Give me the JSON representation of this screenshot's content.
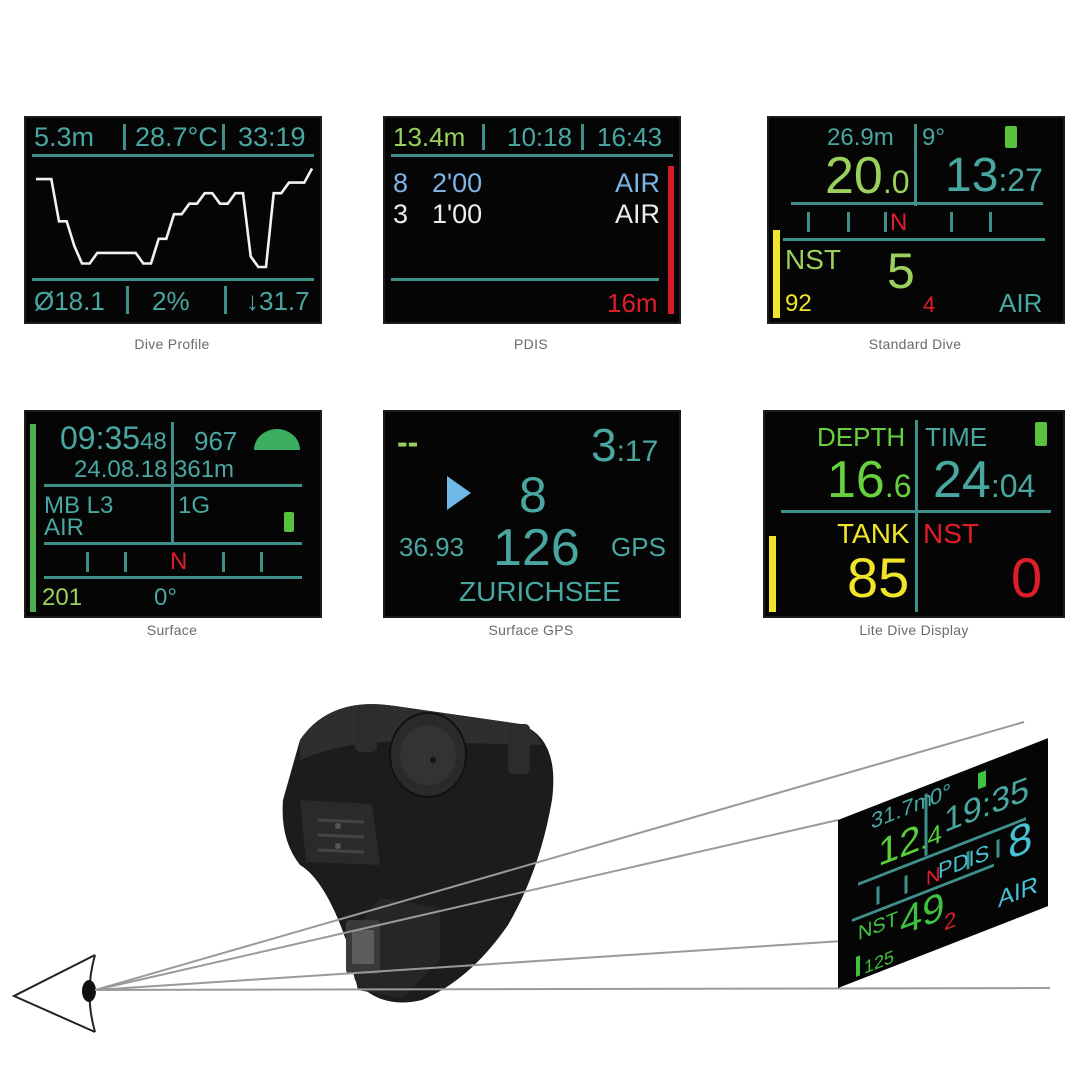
{
  "colors": {
    "teal": "#49a7a1",
    "green": "#67d13d",
    "blue": "#7db3e6",
    "red": "#e01d2a",
    "yellow": "#f0e52a",
    "background": "#050505"
  },
  "dive_profile": {
    "caption": "Dive Profile",
    "depth": "5.3m",
    "temperature": "28.7°C",
    "time": "33:19",
    "avg_depth": "Ø18.1",
    "percent": "2%",
    "max_depth": "↓31.7",
    "profile_depths": [
      6,
      6,
      6,
      18,
      18,
      25,
      30,
      30,
      27,
      27,
      27,
      27,
      27,
      27,
      30,
      30,
      23,
      23,
      16,
      16,
      13,
      13,
      10,
      10,
      13,
      13,
      10,
      10,
      28,
      31,
      31,
      10,
      10,
      7,
      7,
      7,
      3
    ]
  },
  "pdis": {
    "caption": "PDIS",
    "depth": "13.4m",
    "time": "10:18",
    "clock": "16:43",
    "stops": [
      {
        "depth": "8",
        "duration": "2'00",
        "gas": "AIR"
      },
      {
        "depth": "3",
        "duration": "1'00",
        "gas": "AIR"
      }
    ],
    "bottom_value": "16m"
  },
  "standard_dive": {
    "caption": "Standard Dive",
    "max_depth": "26.9m",
    "heading": "9°",
    "depth_main": "20",
    "depth_dec": ".0",
    "time_main": "13",
    "time_sec": ":27",
    "compass_n": "N",
    "nst_label": "NST",
    "nst_value": "5",
    "tank": "92",
    "red_value": "4",
    "gas": "AIR",
    "tank_fill": 0.92
  },
  "surface": {
    "caption": "Surface",
    "time": "09:35",
    "seconds": "48",
    "date": "24.08.18",
    "pressure": "967",
    "altitude": "361m",
    "mode": "MB L3",
    "gas": "AIR",
    "gas_level": "1G",
    "compass_n": "N",
    "tank": "201",
    "heading": "0°"
  },
  "surface_gps": {
    "caption": "Surface GPS",
    "dashes": "--",
    "time_main": "3",
    "time_sec": ":17",
    "big_number": "8",
    "left_value": "36.93",
    "center_value": "126",
    "gps_label": "GPS",
    "location": "ZURICHSEE"
  },
  "lite_dive": {
    "caption": "Lite Dive Display",
    "depth_label": "DEPTH",
    "depth_main": "16",
    "depth_dec": ".6",
    "time_label": "TIME",
    "time_main": "24",
    "time_sec": ":04",
    "tank_label": "TANK",
    "tank_value": "85",
    "nst_label": "NST",
    "nst_value": "0",
    "tank_fill": 0.85
  },
  "projected": {
    "max_depth": "31.7m",
    "heading": "0°",
    "time": "19:35",
    "depth_main": "12",
    "depth_dec": ".4",
    "compass_n": "N",
    "pdis_label": "PDIS",
    "pdis_value": "8",
    "nst_label": "NST",
    "nst_value": "49",
    "red_value": "2",
    "gas": "AIR",
    "tank": "125"
  }
}
